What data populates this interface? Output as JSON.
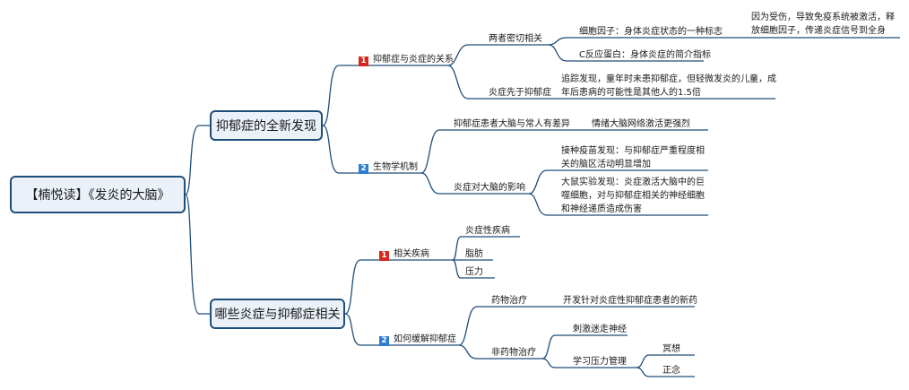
{
  "root": "【楠悦读】《发炎的大脑》",
  "branch1": {
    "title": "抑郁症的全新发现",
    "sub1": {
      "badge": "1",
      "label": "抑郁症与炎症的关系",
      "close": {
        "label": "两者密切相关",
        "cytokine": "细胞因子：身体炎症状态的一种标志",
        "cytokine_detail": "因为受伤，导致免疫系统被激活，释放细胞因子，传递炎症信号到全身",
        "crp": "C反应蛋白：身体炎症的简介指标"
      },
      "first": {
        "label": "炎症先于抑郁症",
        "detail": "追踪发现，童年时未患抑郁症，但轻微发炎的儿童，成年后患病的可能性是其他人的1.5倍"
      }
    },
    "sub2": {
      "badge": "2",
      "label": "生物学机制",
      "diff": {
        "label": "抑郁症患者大脑与常人有差异",
        "detail": "情绪大脑网络激活更强烈"
      },
      "effect": {
        "label": "炎症对大脑的影响",
        "vaccine": "接种疫苗发现：与抑郁症严重程度相关的脑区活动明显增加",
        "mouse": "大鼠实验发现：炎症激活大脑中的巨噬细胞，对与抑郁症相关的神经细胞和神经递质造成伤害"
      }
    }
  },
  "branch2": {
    "title": "哪些炎症与抑郁症相关",
    "sub1": {
      "badge": "1",
      "label": "相关疾病",
      "items": [
        "炎症性疾病",
        "脂肪",
        "压力"
      ]
    },
    "sub2": {
      "badge": "2",
      "label": "如何缓解抑郁症",
      "drug": {
        "label": "药物治疗",
        "detail": "开发针对炎症性抑郁症患者的新药"
      },
      "nondrug": {
        "label": "非药物治疗",
        "vagus": "刺激迷走神经",
        "stress": "学习压力管理",
        "stress_items": [
          "冥想",
          "正念"
        ]
      }
    }
  },
  "colors": {
    "line": "#1f4e79",
    "box_bg": "#eaf1f8",
    "badge1": "#d6281e",
    "badge2": "#2d7dd2"
  }
}
